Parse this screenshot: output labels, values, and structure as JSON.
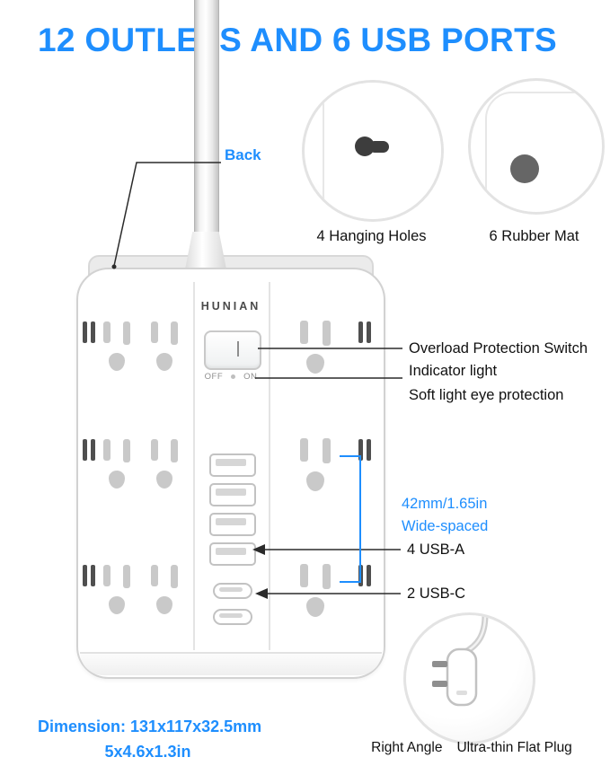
{
  "colors": {
    "accent_blue": "#1E8EFE",
    "label_text": "#111111"
  },
  "title": "12 OUTLETS AND 6 USB PORTS",
  "device": {
    "brand": "HUNIAN",
    "switch_off_label": "OFF",
    "switch_on_label": "ON"
  },
  "callouts": {
    "back": "Back",
    "hanging_holes": "4 Hanging Holes",
    "rubber_mat": "6 Rubber Mat",
    "overload_switch": "Overload Protection Switch",
    "indicator_light": "Indicator light",
    "soft_light_eye_protection": "Soft light eye protection",
    "wide_spacing_value": "42mm/1.65in",
    "wide_spacing_label": "Wide-spaced",
    "usb_a_ports": "4 USB-A",
    "usb_c_ports": "2 USB-C",
    "plug_right_angle": "Right Angle",
    "plug_flat": "Ultra-thin Flat Plug"
  },
  "dimensions": {
    "metric": "Dimension: 131x117x32.5mm",
    "imperial": "5x4.6x1.3in"
  }
}
